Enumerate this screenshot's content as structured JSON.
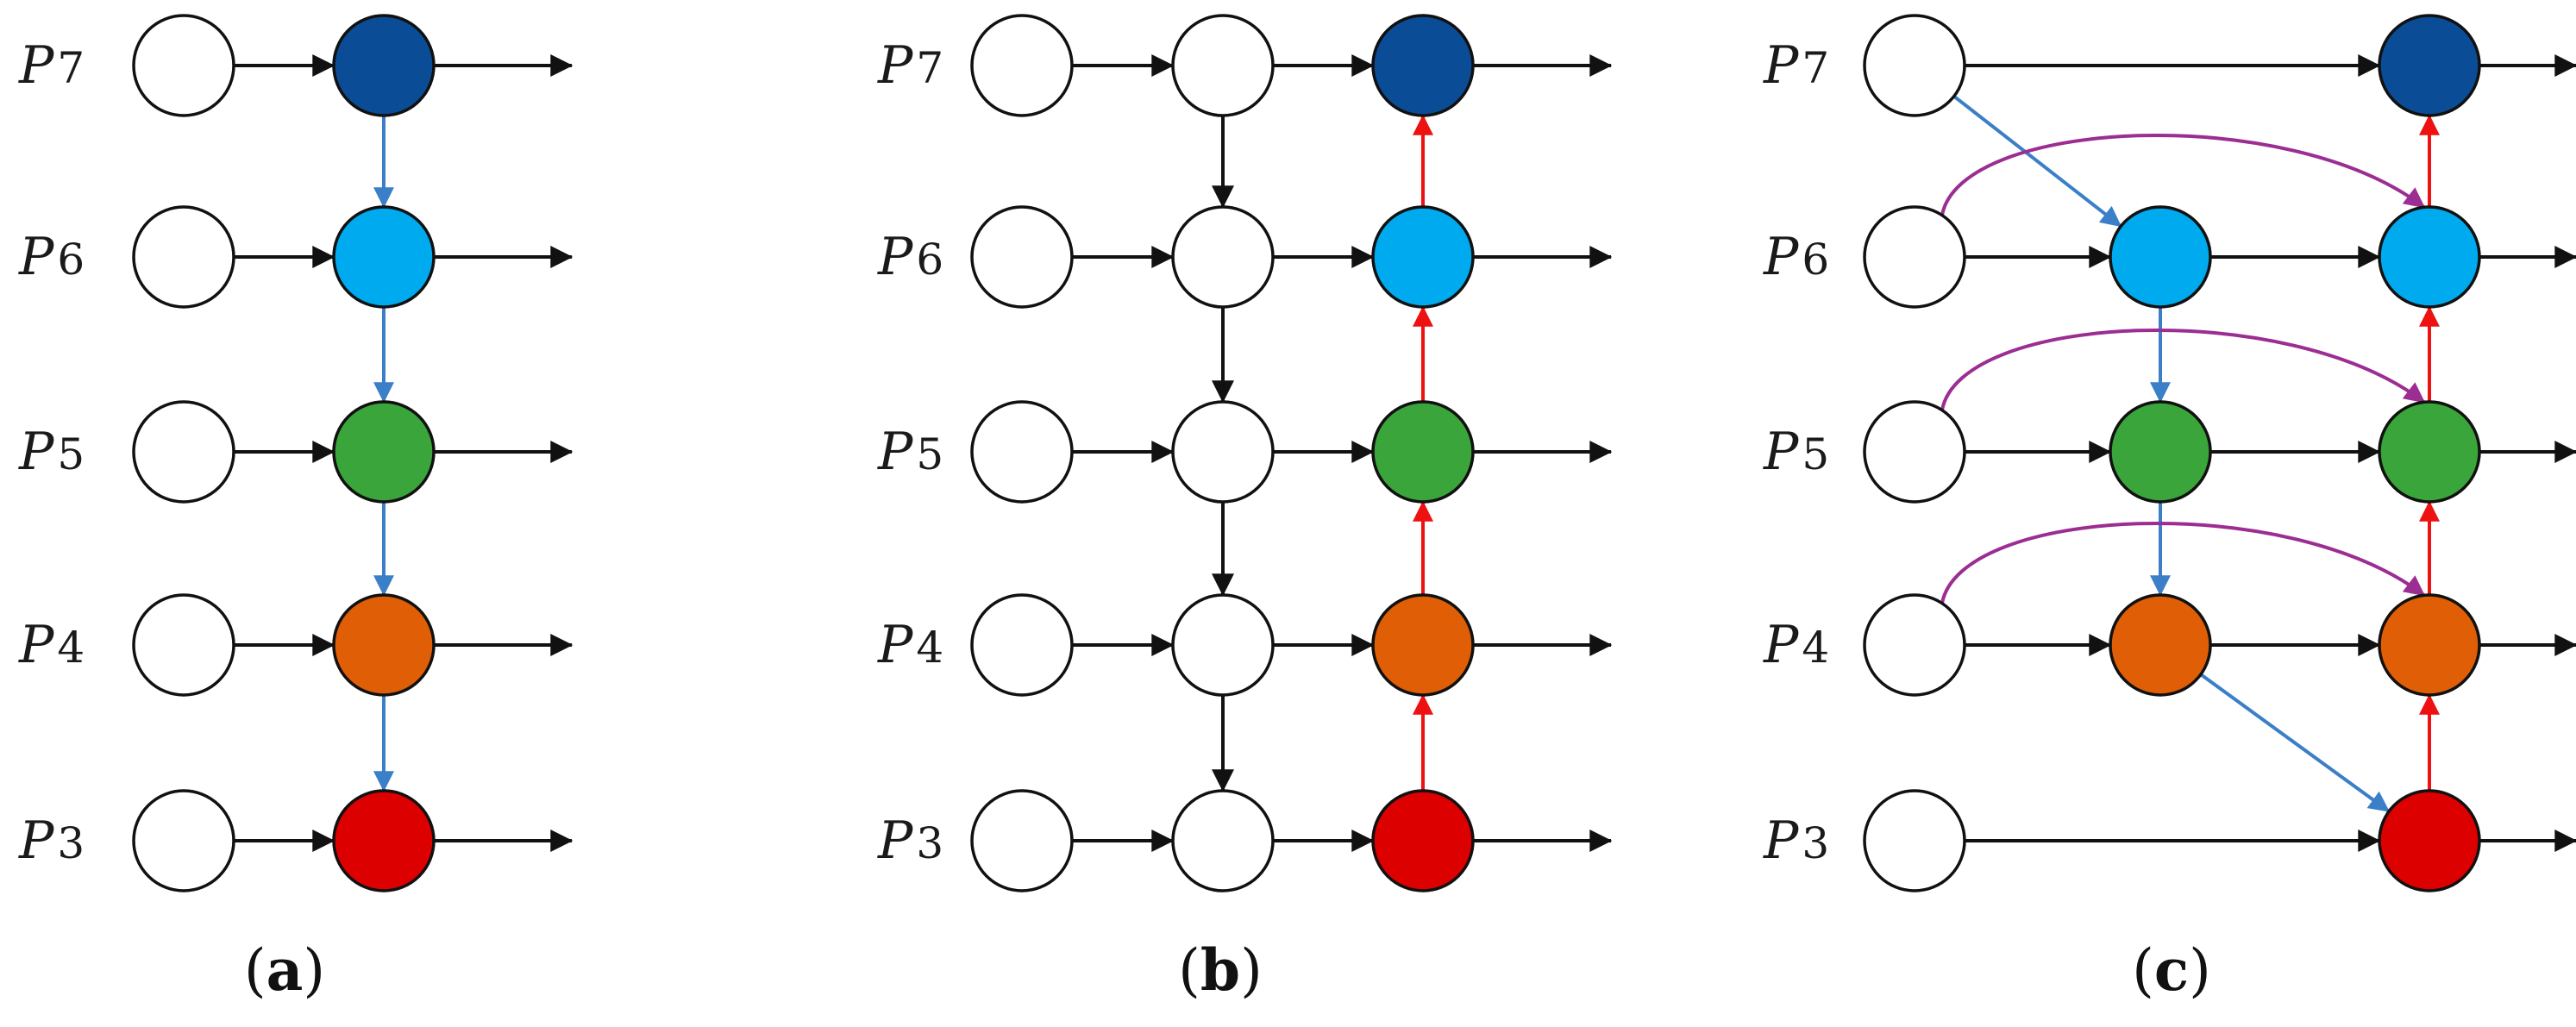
{
  "colors": {
    "P7": "#0a4c95",
    "P6": "#00aaee",
    "P5": "#3aa53a",
    "P4": "#e05e05",
    "P3": "#dd0000",
    "empty": "#ffffff",
    "edge_black": "#111111",
    "edge_blue": "#3a7fc7",
    "edge_red": "#ee1111",
    "edge_purple": "#9b2d93"
  },
  "levels": [
    {
      "key": "P7",
      "main": "P",
      "sub": "7"
    },
    {
      "key": "P6",
      "main": "P",
      "sub": "6"
    },
    {
      "key": "P5",
      "main": "P",
      "sub": "5"
    },
    {
      "key": "P4",
      "main": "P",
      "sub": "4"
    },
    {
      "key": "P3",
      "main": "P",
      "sub": "3"
    }
  ],
  "panels": [
    {
      "id": "a",
      "caption": {
        "open": "(",
        "letter": "a",
        "close": ")"
      },
      "nodes": [
        {
          "id": "in7",
          "col": 0,
          "level": "P7",
          "fill": "empty"
        },
        {
          "id": "in6",
          "col": 0,
          "level": "P6",
          "fill": "empty"
        },
        {
          "id": "in5",
          "col": 0,
          "level": "P5",
          "fill": "empty"
        },
        {
          "id": "in4",
          "col": 0,
          "level": "P4",
          "fill": "empty"
        },
        {
          "id": "in3",
          "col": 0,
          "level": "P3",
          "fill": "empty"
        },
        {
          "id": "o7",
          "col": 1,
          "level": "P7",
          "fill": "P7"
        },
        {
          "id": "o6",
          "col": 1,
          "level": "P6",
          "fill": "P6"
        },
        {
          "id": "o5",
          "col": 1,
          "level": "P5",
          "fill": "P5"
        },
        {
          "id": "o4",
          "col": 1,
          "level": "P4",
          "fill": "P4"
        },
        {
          "id": "o3",
          "col": 1,
          "level": "P3",
          "fill": "P3"
        }
      ],
      "edges": [
        {
          "from": "in7",
          "to": "o7",
          "color": "edge_black"
        },
        {
          "from": "in6",
          "to": "o6",
          "color": "edge_black"
        },
        {
          "from": "in5",
          "to": "o5",
          "color": "edge_black"
        },
        {
          "from": "in4",
          "to": "o4",
          "color": "edge_black"
        },
        {
          "from": "in3",
          "to": "o3",
          "color": "edge_black"
        },
        {
          "from": "o7",
          "to": "o6",
          "color": "edge_blue"
        },
        {
          "from": "o6",
          "to": "o5",
          "color": "edge_blue"
        },
        {
          "from": "o5",
          "to": "o4",
          "color": "edge_blue"
        },
        {
          "from": "o4",
          "to": "o3",
          "color": "edge_blue"
        },
        {
          "from": "o7",
          "to": "out",
          "color": "edge_black"
        },
        {
          "from": "o6",
          "to": "out",
          "color": "edge_black"
        },
        {
          "from": "o5",
          "to": "out",
          "color": "edge_black"
        },
        {
          "from": "o4",
          "to": "out",
          "color": "edge_black"
        },
        {
          "from": "o3",
          "to": "out",
          "color": "edge_black"
        }
      ]
    },
    {
      "id": "b",
      "caption": {
        "open": "(",
        "letter": "b",
        "close": ")"
      },
      "nodes": [
        {
          "id": "in7",
          "col": 0,
          "level": "P7",
          "fill": "empty"
        },
        {
          "id": "in6",
          "col": 0,
          "level": "P6",
          "fill": "empty"
        },
        {
          "id": "in5",
          "col": 0,
          "level": "P5",
          "fill": "empty"
        },
        {
          "id": "in4",
          "col": 0,
          "level": "P4",
          "fill": "empty"
        },
        {
          "id": "in3",
          "col": 0,
          "level": "P3",
          "fill": "empty"
        },
        {
          "id": "m7",
          "col": 1,
          "level": "P7",
          "fill": "empty"
        },
        {
          "id": "m6",
          "col": 1,
          "level": "P6",
          "fill": "empty"
        },
        {
          "id": "m5",
          "col": 1,
          "level": "P5",
          "fill": "empty"
        },
        {
          "id": "m4",
          "col": 1,
          "level": "P4",
          "fill": "empty"
        },
        {
          "id": "m3",
          "col": 1,
          "level": "P3",
          "fill": "empty"
        },
        {
          "id": "o7",
          "col": 2,
          "level": "P7",
          "fill": "P7"
        },
        {
          "id": "o6",
          "col": 2,
          "level": "P6",
          "fill": "P6"
        },
        {
          "id": "o5",
          "col": 2,
          "level": "P5",
          "fill": "P5"
        },
        {
          "id": "o4",
          "col": 2,
          "level": "P4",
          "fill": "P4"
        },
        {
          "id": "o3",
          "col": 2,
          "level": "P3",
          "fill": "P3"
        }
      ],
      "edges": [
        {
          "from": "in7",
          "to": "m7",
          "color": "edge_black"
        },
        {
          "from": "in6",
          "to": "m6",
          "color": "edge_black"
        },
        {
          "from": "in5",
          "to": "m5",
          "color": "edge_black"
        },
        {
          "from": "in4",
          "to": "m4",
          "color": "edge_black"
        },
        {
          "from": "in3",
          "to": "m3",
          "color": "edge_black"
        },
        {
          "from": "m7",
          "to": "o7",
          "color": "edge_black"
        },
        {
          "from": "m6",
          "to": "o6",
          "color": "edge_black"
        },
        {
          "from": "m5",
          "to": "o5",
          "color": "edge_black"
        },
        {
          "from": "m4",
          "to": "o4",
          "color": "edge_black"
        },
        {
          "from": "m3",
          "to": "o3",
          "color": "edge_black"
        },
        {
          "from": "m7",
          "to": "m6",
          "color": "edge_black"
        },
        {
          "from": "m6",
          "to": "m5",
          "color": "edge_black"
        },
        {
          "from": "m5",
          "to": "m4",
          "color": "edge_black"
        },
        {
          "from": "m4",
          "to": "m3",
          "color": "edge_black"
        },
        {
          "from": "o3",
          "to": "o4",
          "color": "edge_red"
        },
        {
          "from": "o4",
          "to": "o5",
          "color": "edge_red"
        },
        {
          "from": "o5",
          "to": "o6",
          "color": "edge_red"
        },
        {
          "from": "o6",
          "to": "o7",
          "color": "edge_red"
        },
        {
          "from": "o7",
          "to": "out",
          "color": "edge_black"
        },
        {
          "from": "o6",
          "to": "out",
          "color": "edge_black"
        },
        {
          "from": "o5",
          "to": "out",
          "color": "edge_black"
        },
        {
          "from": "o4",
          "to": "out",
          "color": "edge_black"
        },
        {
          "from": "o3",
          "to": "out",
          "color": "edge_black"
        }
      ]
    },
    {
      "id": "c",
      "caption": {
        "open": "(",
        "letter": "c",
        "close": ")"
      },
      "nodes": [
        {
          "id": "in7",
          "col": 0,
          "level": "P7",
          "fill": "empty"
        },
        {
          "id": "in6",
          "col": 0,
          "level": "P6",
          "fill": "empty"
        },
        {
          "id": "in5",
          "col": 0,
          "level": "P5",
          "fill": "empty"
        },
        {
          "id": "in4",
          "col": 0,
          "level": "P4",
          "fill": "empty"
        },
        {
          "id": "in3",
          "col": 0,
          "level": "P3",
          "fill": "empty"
        },
        {
          "id": "m6",
          "col": 1,
          "level": "P6",
          "fill": "P6"
        },
        {
          "id": "m5",
          "col": 1,
          "level": "P5",
          "fill": "P5"
        },
        {
          "id": "m4",
          "col": 1,
          "level": "P4",
          "fill": "P4"
        },
        {
          "id": "o7",
          "col": 2,
          "level": "P7",
          "fill": "P7"
        },
        {
          "id": "o6",
          "col": 2,
          "level": "P6",
          "fill": "P6"
        },
        {
          "id": "o5",
          "col": 2,
          "level": "P5",
          "fill": "P5"
        },
        {
          "id": "o4",
          "col": 2,
          "level": "P4",
          "fill": "P4"
        },
        {
          "id": "o3",
          "col": 2,
          "level": "P3",
          "fill": "P3"
        }
      ],
      "edges": [
        {
          "from": "in7",
          "to": "o7",
          "color": "edge_black"
        },
        {
          "from": "in3",
          "to": "o3",
          "color": "edge_black"
        },
        {
          "from": "in6",
          "to": "m6",
          "color": "edge_black"
        },
        {
          "from": "in5",
          "to": "m5",
          "color": "edge_black"
        },
        {
          "from": "in4",
          "to": "m4",
          "color": "edge_black"
        },
        {
          "from": "m6",
          "to": "o6",
          "color": "edge_black"
        },
        {
          "from": "m5",
          "to": "o5",
          "color": "edge_black"
        },
        {
          "from": "m4",
          "to": "o4",
          "color": "edge_black"
        },
        {
          "from": "in7",
          "to": "m6",
          "color": "edge_blue"
        },
        {
          "from": "m6",
          "to": "m5",
          "color": "edge_blue"
        },
        {
          "from": "m5",
          "to": "m4",
          "color": "edge_blue"
        },
        {
          "from": "m4",
          "to": "o3",
          "color": "edge_blue"
        },
        {
          "from": "o3",
          "to": "o4",
          "color": "edge_red"
        },
        {
          "from": "o4",
          "to": "o5",
          "color": "edge_red"
        },
        {
          "from": "o5",
          "to": "o6",
          "color": "edge_red"
        },
        {
          "from": "o6",
          "to": "o7",
          "color": "edge_red"
        },
        {
          "from": "in6",
          "to": "o6",
          "color": "edge_purple",
          "curve": true
        },
        {
          "from": "in5",
          "to": "o5",
          "color": "edge_purple",
          "curve": true
        },
        {
          "from": "in4",
          "to": "o4",
          "color": "edge_purple",
          "curve": true
        },
        {
          "from": "o7",
          "to": "out",
          "color": "edge_black"
        },
        {
          "from": "o6",
          "to": "out",
          "color": "edge_black"
        },
        {
          "from": "o5",
          "to": "out",
          "color": "edge_black"
        },
        {
          "from": "o4",
          "to": "out",
          "color": "edge_black"
        },
        {
          "from": "o3",
          "to": "out",
          "color": "edge_black"
        }
      ]
    }
  ]
}
